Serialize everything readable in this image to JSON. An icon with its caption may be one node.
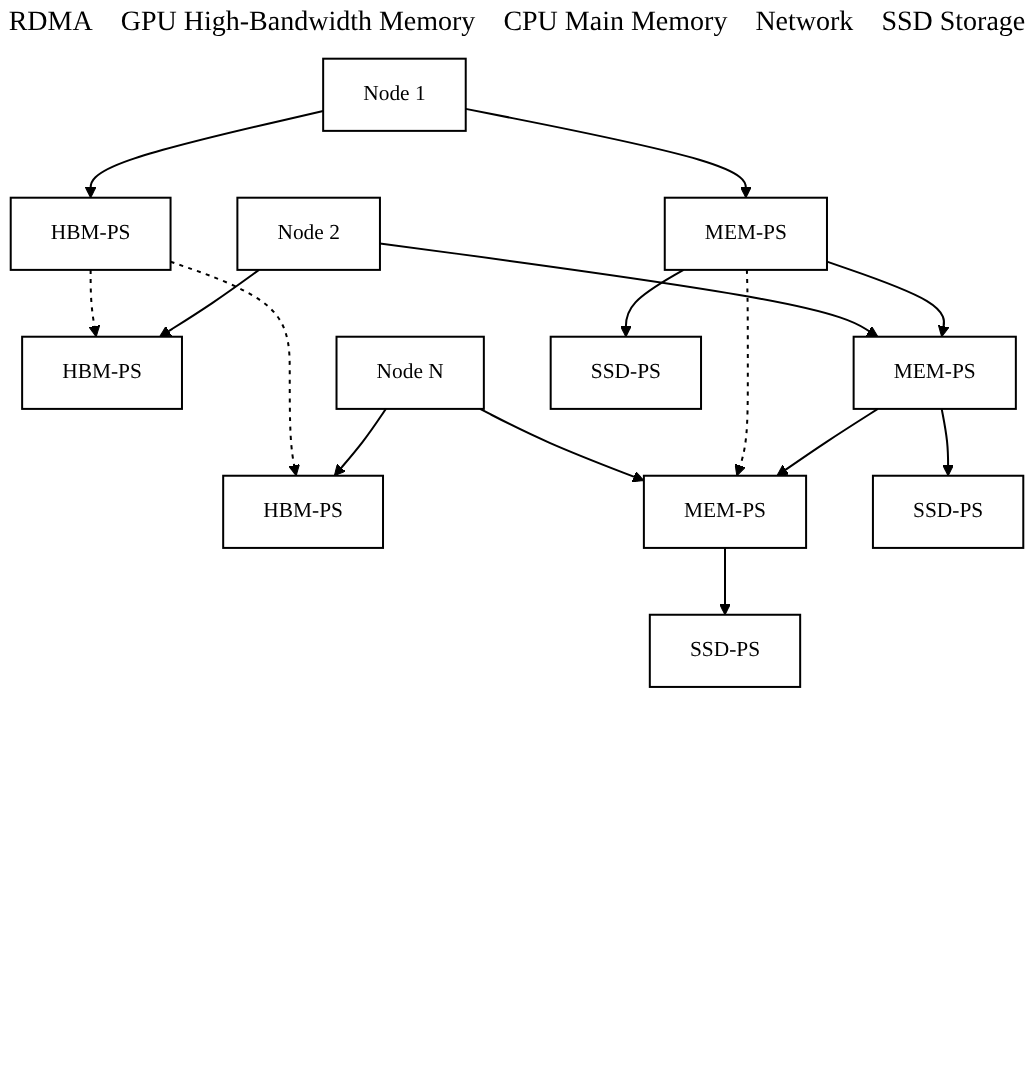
{
  "diagram": {
    "nodes": [
      {
        "text": [
          "HBM-PS"
        ]
      },
      {
        "text": [
          "HBM-PS"
        ]
      },
      {
        "text": [
          "HBM-PS"
        ]
      },
      {
        "text": [
          "Node 1"
        ]
      },
      {
        "text": [
          "Node 2"
        ]
      },
      {
        "text": [
          "Node N"
        ]
      },
      {
        "text": [
          "MEM-PS"
        ]
      },
      {
        "text": [
          "MEM-PS"
        ]
      },
      {
        "text": [
          "MEM-PS"
        ]
      },
      {
        "text": [
          "SSD-PS"
        ]
      },
      {
        "text": [
          "SSD-PS"
        ]
      },
      {
        "text": [
          "SSD-PS"
        ]
      }
    ],
    "edges": [
      {
        "from": 0,
        "to": 1,
        "arrow": "to",
        "style": "dashed"
      },
      {
        "from": 0,
        "to": 2,
        "arrow": "to",
        "style": "dashed"
      },
      {
        "from": 3,
        "to": 0,
        "arrow": "to"
      },
      {
        "from": 4,
        "to": 1,
        "arrow": "to"
      },
      {
        "from": 5,
        "to": 2,
        "arrow": "to"
      },
      {
        "from": 3,
        "to": 6,
        "arrow": "to"
      },
      {
        "from": 4,
        "to": 7,
        "arrow": "to"
      },
      {
        "from": 5,
        "to": 8,
        "arrow": "to"
      },
      {
        "from": 6,
        "to": 8,
        "arrow": "to",
        "style": "dashed"
      },
      {
        "from": 6,
        "to": 7,
        "arrow": "to"
      },
      {
        "from": 7,
        "to": 8,
        "arrow": "to"
      },
      {
        "from": 6,
        "to": 9,
        "arrow": "to"
      },
      {
        "from": 7,
        "to": 10,
        "arrow": "to"
      },
      {
        "from": 8,
        "to": 11,
        "arrow": "to"
      }
    ],
    "labels": [
      "RDMA",
      "GPU High-Bandwidth Memory",
      "CPU Main Memory",
      "Network",
      "SSD Storage"
    ]
  }
}
